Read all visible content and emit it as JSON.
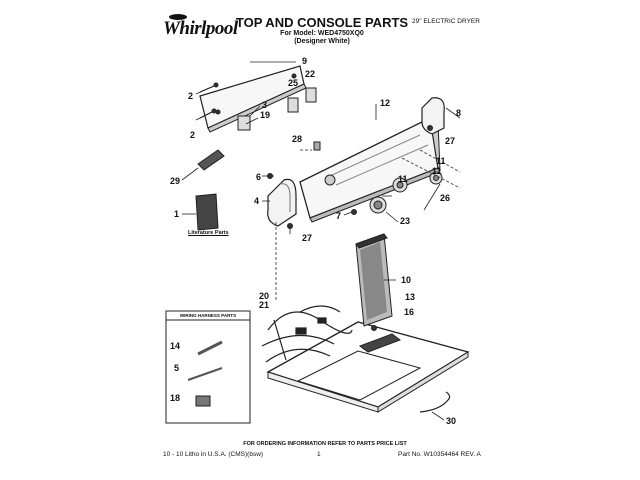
{
  "header": {
    "brand_logo": "Whirlpool",
    "title": "TOP AND CONSOLE PARTS",
    "model_line": "For Model: WED4750XQ0",
    "color_line": "(Designer White)",
    "product_type": "29\" ELECTRIC DRYER"
  },
  "diagram": {
    "wiring_box_title": "WIRING HARNESS PARTS",
    "literature_label": "Literature Parts",
    "callouts": [
      "9",
      "22",
      "25",
      "2",
      "3",
      "19",
      "12",
      "8",
      "2",
      "28",
      "27",
      "11",
      "11",
      "29",
      "6",
      "11",
      "4",
      "26",
      "1",
      "7",
      "23",
      "27",
      "10",
      "13",
      "20",
      "21",
      "16",
      "14",
      "5",
      "18",
      "30"
    ]
  },
  "footer": {
    "order_note": "FOR ORDERING INFORMATION REFER TO PARTS PRICE LIST",
    "print_info": "10 - 10 Litho in U.S.A. (CMS)(bsw)",
    "page_number": "1",
    "part_number": "Part No. W10354464 REV. A"
  }
}
